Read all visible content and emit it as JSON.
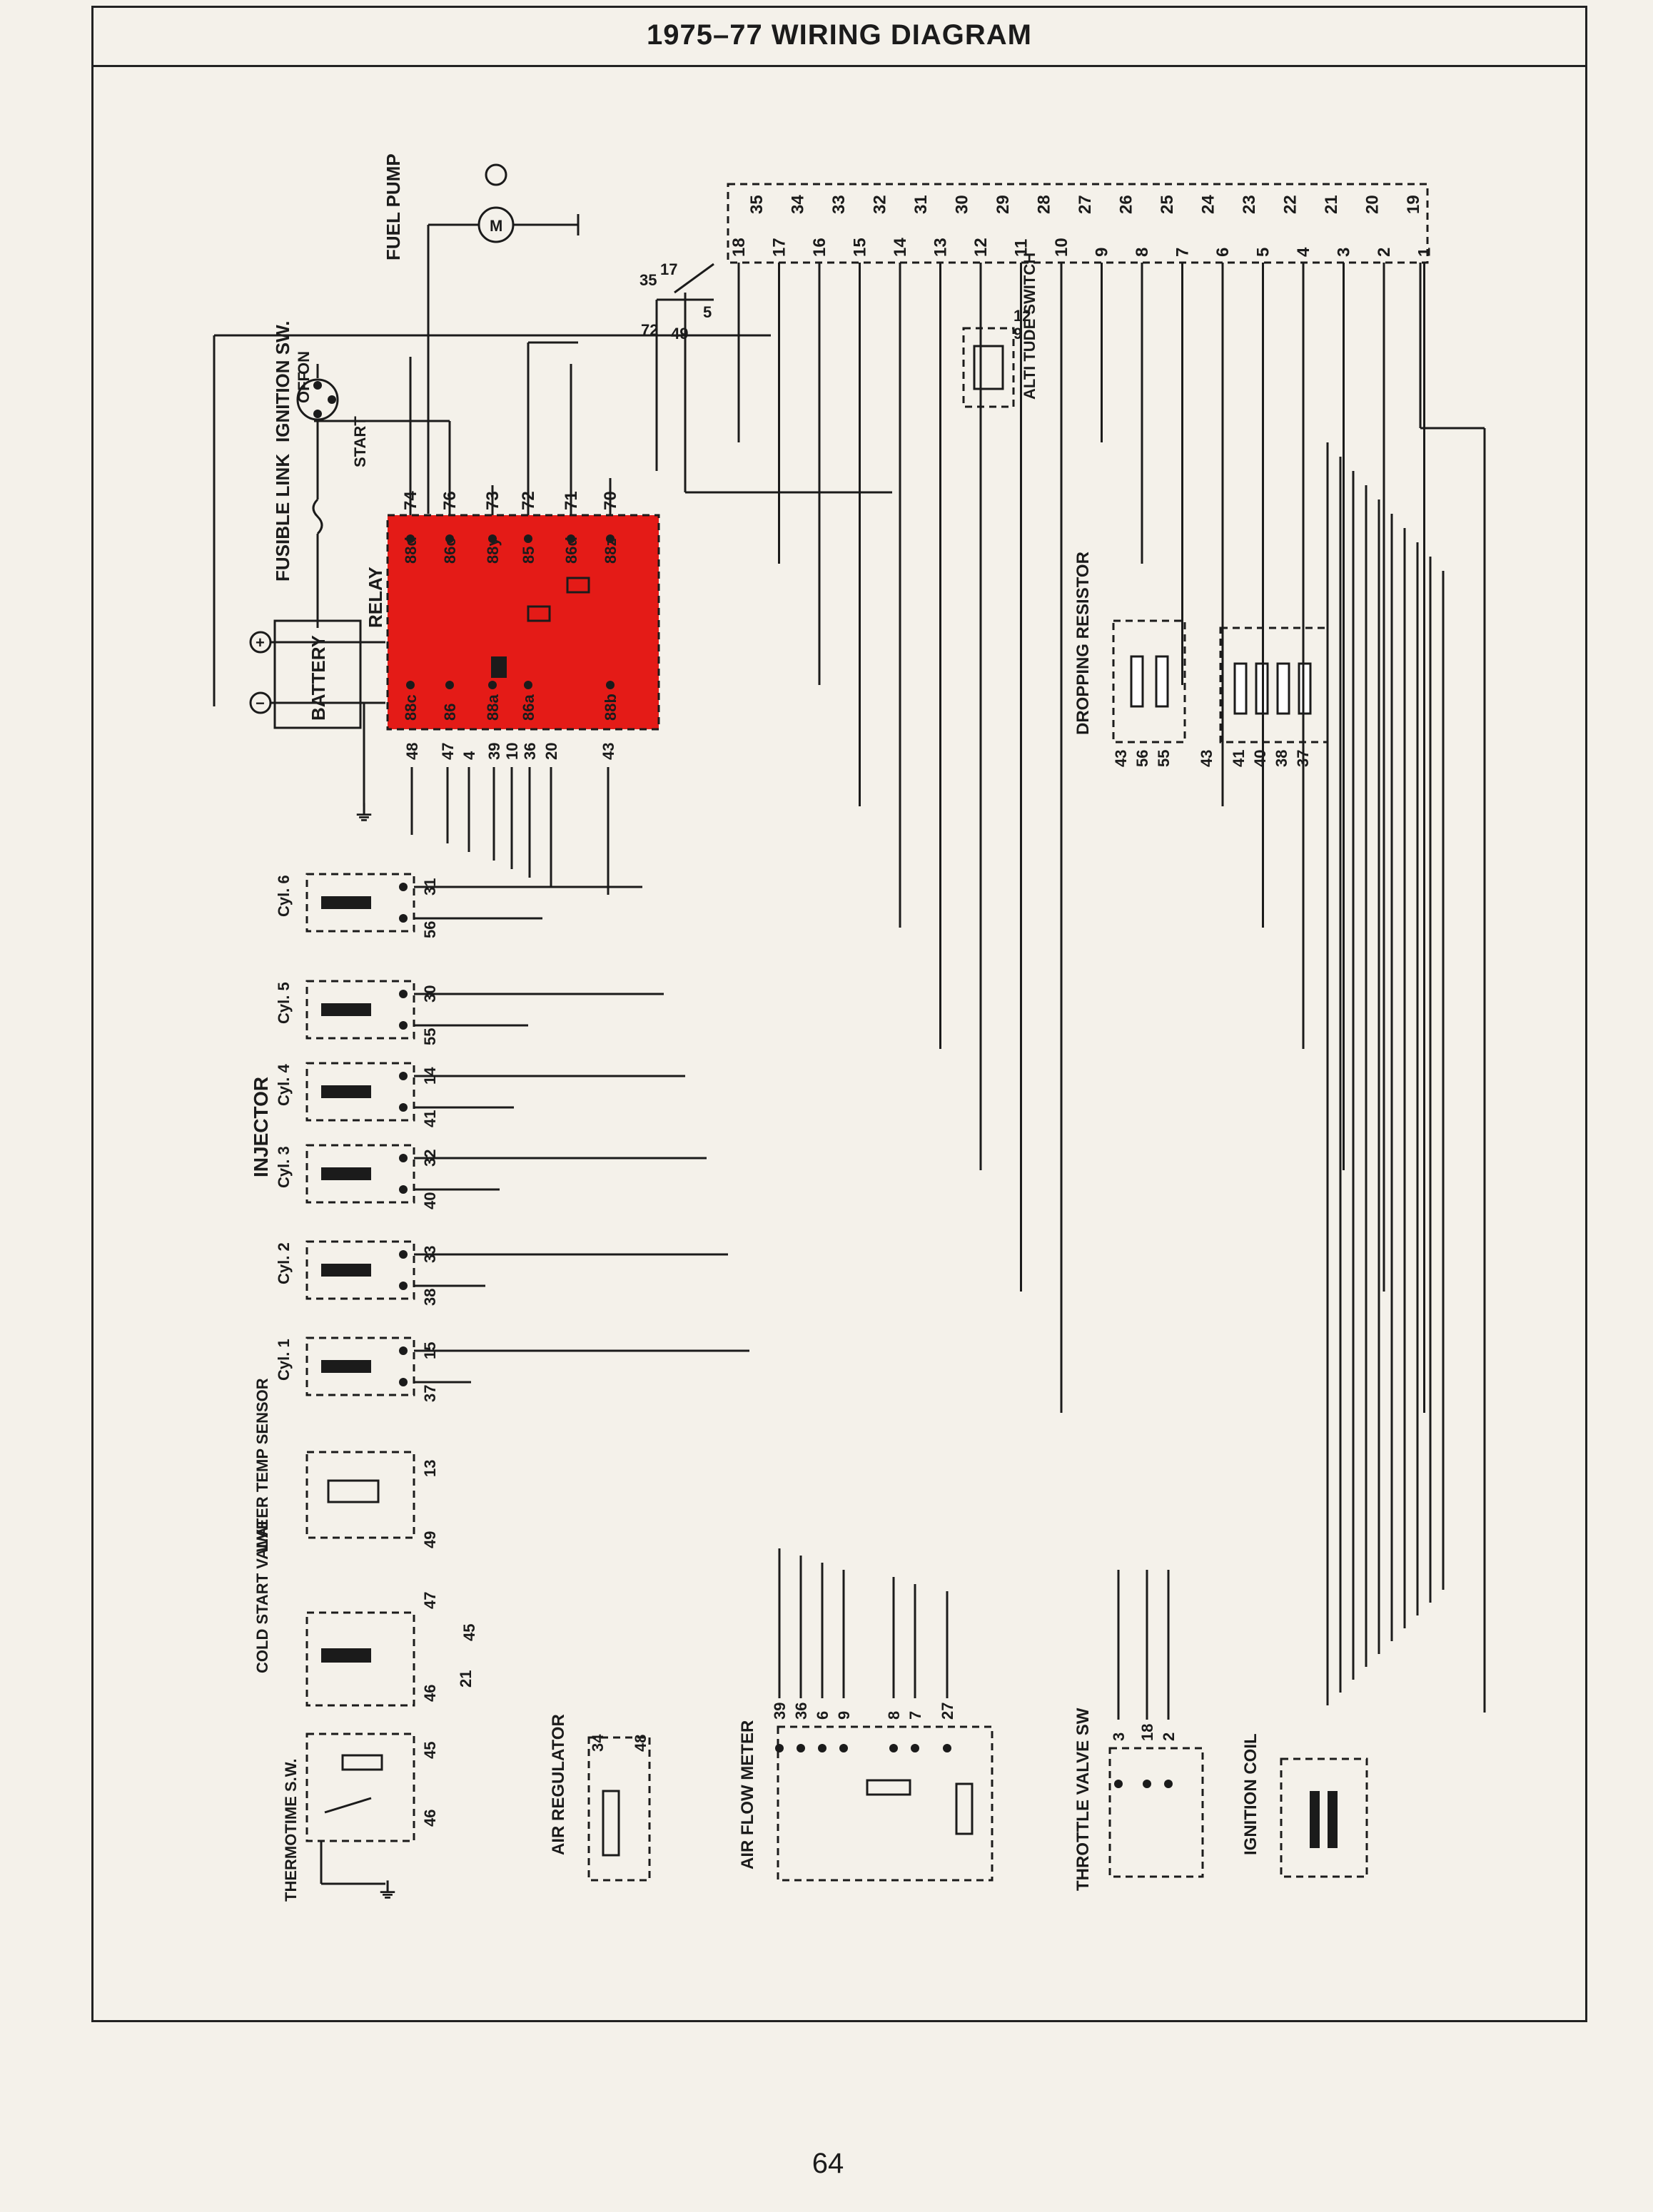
{
  "title": "1975–77 WIRING DIAGRAM",
  "page_number": "64",
  "components": {
    "fuel_pump": "FUEL PUMP",
    "motor_symbol": "M",
    "ignition_switch": "IGNITION SW.",
    "ign_off": "OFF",
    "ign_on": "ON",
    "ign_start": "START",
    "fusible_link": "FUSIBLE LINK",
    "battery": "BATTERY",
    "battery_plus": "+",
    "battery_minus": "−",
    "relay": "RELAY",
    "altitude_switch": "ALTI TUDE SWITCH",
    "dropping_resistor": "DROPPING RESISTOR",
    "injector": "INJECTOR",
    "cyl6": "Cyl. 6",
    "cyl5": "Cyl. 5",
    "cyl4": "Cyl. 4",
    "cyl3": "Cyl. 3",
    "cyl2": "Cyl. 2",
    "cyl1": "Cyl. 1",
    "water_temp_sensor": "WATER TEMP SENSOR",
    "cold_start_valve": "COLD START VALVE",
    "thermotime_sw": "THERMOTIME S.W.",
    "air_regulator": "AIR REGULATOR",
    "air_flow_meter": "AIR FLOW METER",
    "throttle_valve_sw": "THROTTLE VALVE SW",
    "ignition_coil": "IGNITION COIL"
  },
  "relay_terminals_top": [
    "88d",
    "86c",
    "88y",
    "85",
    "86d",
    "88z"
  ],
  "relay_wires_top": [
    "74",
    "76",
    "73",
    "72",
    "71",
    "70"
  ],
  "relay_terminals_bottom": [
    "88c",
    "86",
    "88a",
    "86a",
    "88b"
  ],
  "relay_wires_bottom": [
    "48",
    "47",
    "4",
    "39",
    "10",
    "36",
    "20",
    "43"
  ],
  "ecu_connector_top": [
    "35",
    "34",
    "33",
    "32",
    "31",
    "30",
    "29",
    "28",
    "27",
    "26",
    "25",
    "24",
    "23",
    "22",
    "21",
    "20",
    "19"
  ],
  "ecu_connector_bottom": [
    "18",
    "17",
    "16",
    "15",
    "14",
    "13",
    "12",
    "11",
    "10",
    "9",
    "8",
    "7",
    "6",
    "5",
    "4",
    "3",
    "2",
    "1"
  ],
  "junction_wires": [
    "35",
    "17",
    "72",
    "49",
    "5"
  ],
  "altitude_wires": [
    "12",
    "9"
  ],
  "dropping_resistor_wires": [
    "43",
    "56",
    "55",
    "43",
    "41",
    "40",
    "38",
    "37"
  ],
  "injector_wires": [
    {
      "cyl": "6",
      "a": "31",
      "b": "56"
    },
    {
      "cyl": "5",
      "a": "30",
      "b": "55"
    },
    {
      "cyl": "4",
      "a": "14",
      "b": "41"
    },
    {
      "cyl": "3",
      "a": "32",
      "b": "40"
    },
    {
      "cyl": "2",
      "a": "33",
      "b": "38"
    },
    {
      "cyl": "1",
      "a": "15",
      "b": "37"
    }
  ],
  "water_temp_wires": [
    "13",
    "49"
  ],
  "cold_start_wires": [
    "47",
    "45",
    "46",
    "21"
  ],
  "thermotime_wires": [
    "45",
    "46"
  ],
  "air_regulator_wires": [
    "34",
    "48"
  ],
  "air_flow_meter_wires": [
    "39",
    "36",
    "6",
    "9",
    "8",
    "7",
    "27"
  ],
  "throttle_wires": [
    "3",
    "18",
    "2"
  ],
  "ground_symbol": "⏚",
  "relay_color": "#e41b17"
}
